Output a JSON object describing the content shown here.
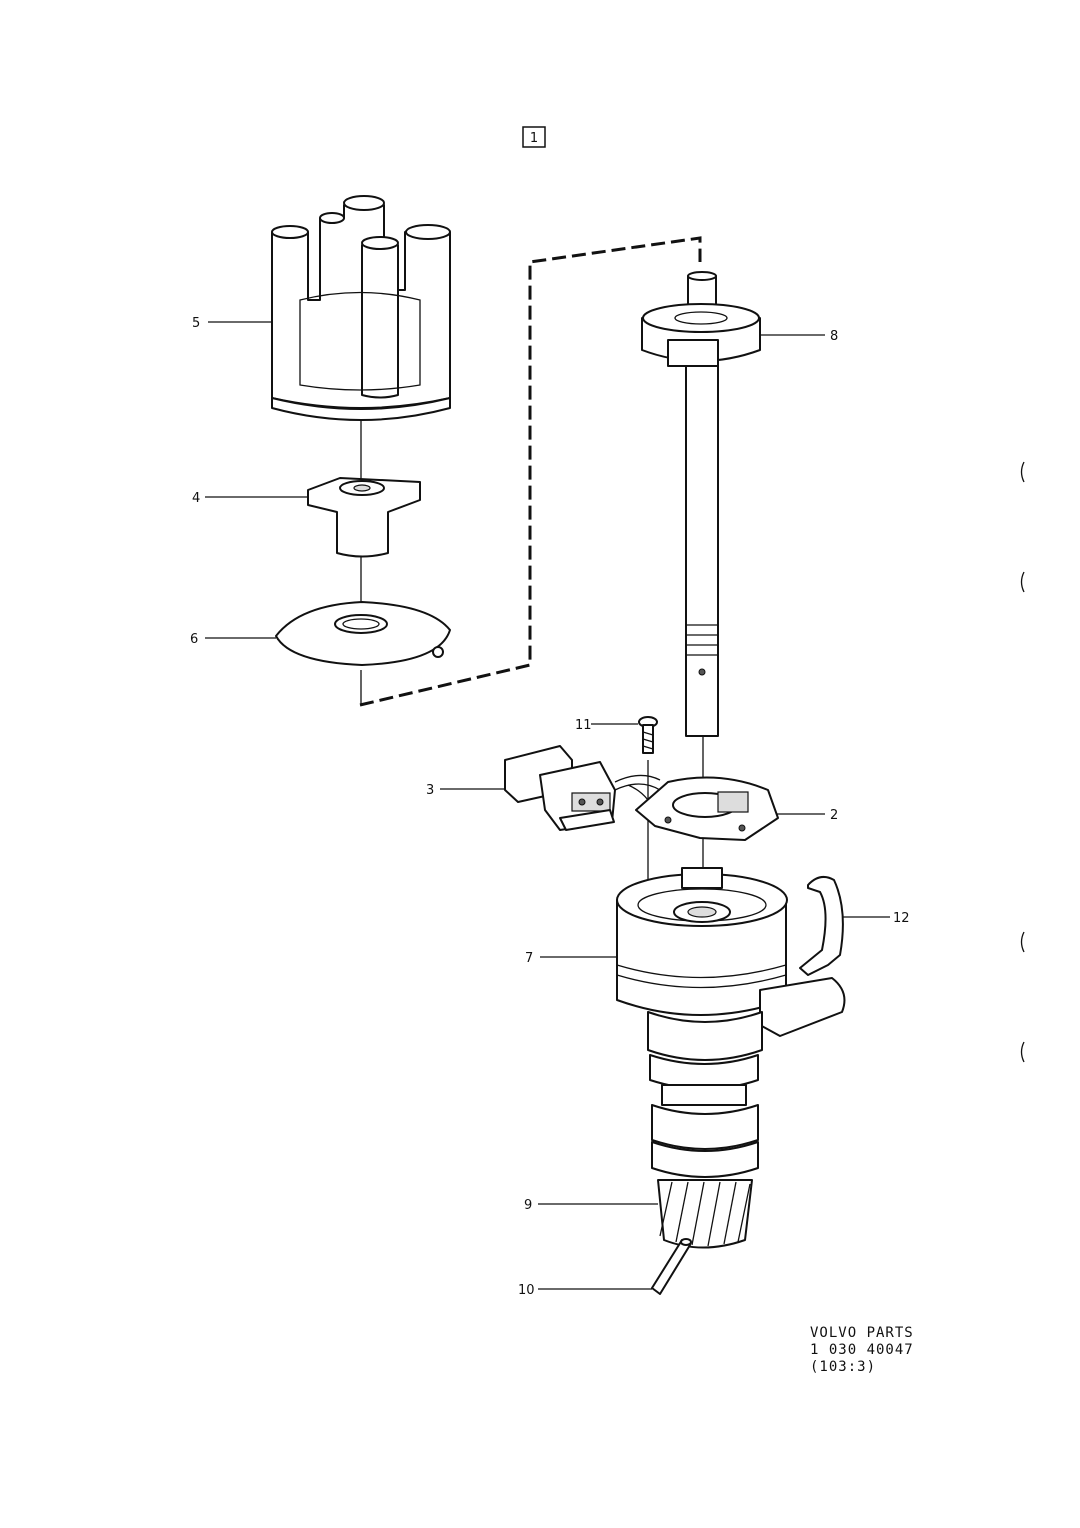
{
  "diagram": {
    "reference_box": "1",
    "parts": [
      {
        "callout": "5",
        "icon": "distributor-cap-icon"
      },
      {
        "callout": "4",
        "icon": "rotor-arm-icon"
      },
      {
        "callout": "6",
        "icon": "dust-shield-icon"
      },
      {
        "callout": "8",
        "icon": "distributor-shaft-icon"
      },
      {
        "callout": "11",
        "icon": "screw-icon"
      },
      {
        "callout": "3",
        "icon": "pickup-unit-icon"
      },
      {
        "callout": "2",
        "icon": "breaker-plate-icon"
      },
      {
        "callout": "12",
        "icon": "cap-clip-icon"
      },
      {
        "callout": "7",
        "icon": "distributor-housing-icon"
      },
      {
        "callout": "9",
        "icon": "drive-gear-icon"
      },
      {
        "callout": "10",
        "icon": "pin-icon"
      }
    ],
    "footer": {
      "line1": "VOLVO PARTS",
      "line2": "1  030  40047",
      "line3": "(103:3)"
    }
  }
}
